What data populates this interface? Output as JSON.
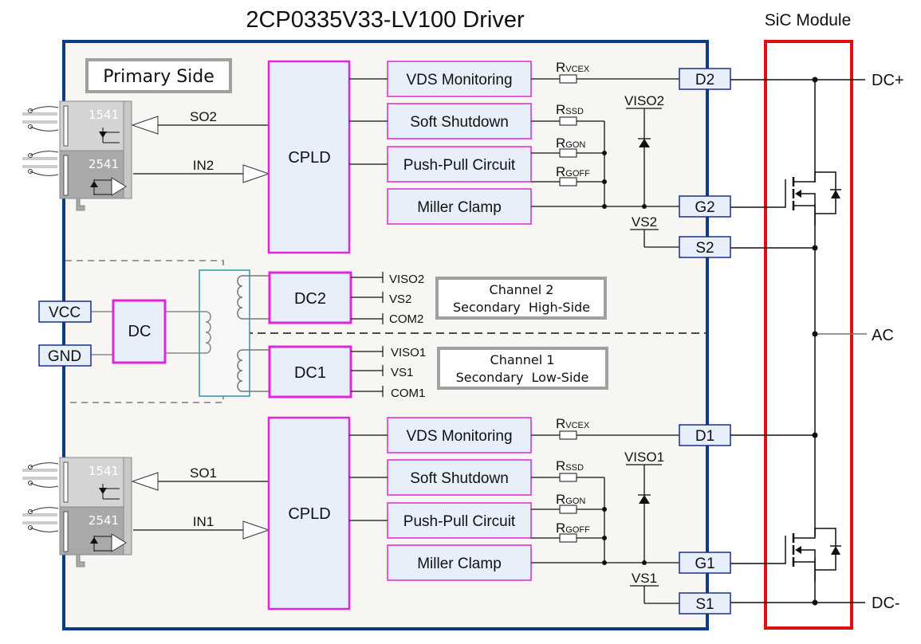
{
  "title": "2CP0335V33-LV100 Driver",
  "module_title": "SiC Module",
  "primary_side_label": "Primary Side",
  "channels": [
    {
      "id": "ch2",
      "optocoupler_top": "1541",
      "optocoupler_bottom": "2541",
      "so_label": "SO2",
      "in_label": "IN2",
      "cpld_label": "CPLD",
      "blocks": [
        "VDS Monitoring",
        "Soft Shutdown",
        "Push-Pull Circuit",
        "Miller Clamp"
      ],
      "resistors": {
        "vcex": {
          "main": "R",
          "sub": "VCEX"
        },
        "ssd": {
          "main": "R",
          "sub": "SSD"
        },
        "gon": {
          "main": "R",
          "sub": "GON"
        },
        "goff": {
          "main": "R",
          "sub": "GOFF"
        }
      },
      "viso_label": "VISO2",
      "vs_label": "VS2",
      "pins": {
        "d": "D2",
        "g": "G2",
        "s": "S2"
      }
    },
    {
      "id": "ch1",
      "optocoupler_top": "1541",
      "optocoupler_bottom": "2541",
      "so_label": "SO1",
      "in_label": "IN1",
      "cpld_label": "CPLD",
      "blocks": [
        "VDS Monitoring",
        "Soft Shutdown",
        "Push-Pull Circuit",
        "Miller Clamp"
      ],
      "resistors": {
        "vcex": {
          "main": "R",
          "sub": "VCEX"
        },
        "ssd": {
          "main": "R",
          "sub": "SSD"
        },
        "gon": {
          "main": "R",
          "sub": "GON"
        },
        "goff": {
          "main": "R",
          "sub": "GOFF"
        }
      },
      "viso_label": "VISO1",
      "vs_label": "VS1",
      "pins": {
        "d": "D1",
        "g": "G1",
        "s": "S1"
      }
    }
  ],
  "power": {
    "vcc_pin": "VCC",
    "gnd_pin": "GND",
    "dc_block": "DC",
    "dc2_block": "DC2",
    "dc1_block": "DC1",
    "dc2_outputs": [
      "VISO2",
      "VS2",
      "COM2"
    ],
    "dc1_outputs": [
      "VISO1",
      "VS1",
      "COM1"
    ]
  },
  "channel_labels": {
    "ch2": [
      "Channel 2",
      "Secondary  High-Side"
    ],
    "ch1": [
      "Channel 1",
      "Secondary  Low-Side"
    ]
  },
  "terminals": {
    "dc_plus": "DC+",
    "ac": "AC",
    "dc_minus": "DC-"
  },
  "colors": {
    "driver_border": "#0b3a86",
    "driver_fill": "#f7f6f2",
    "block_border": "#e026d8",
    "block_fill": "#e6effa",
    "pin_border": "#1b2f8f",
    "module_border": "#e01010",
    "transformer_border": "#2a9a9e",
    "label_box_border": "#a0a0a0"
  }
}
